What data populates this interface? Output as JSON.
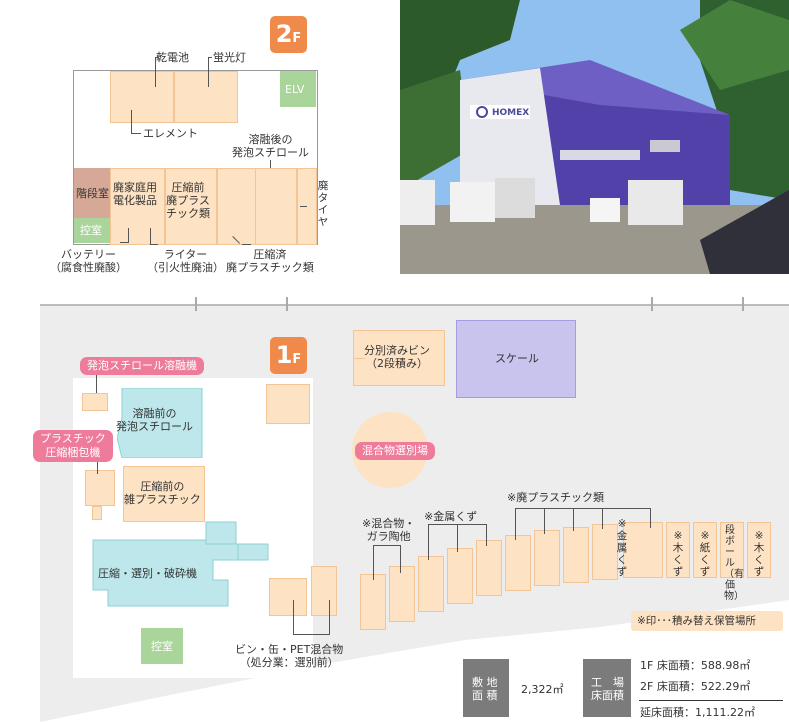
{
  "floor2": {
    "badge_num": "2",
    "badge_f": "F",
    "labels": {
      "battery_top": "乾電池",
      "fluorescent": "蛍光灯",
      "elv": "ELV",
      "element": "エレメント",
      "molten_foam": "溶融後の\n発泡スチロール",
      "stairs": "階段室",
      "appliances": "廃家庭用\n電化製品",
      "pre_compress": "圧縮前\n廃プラス\nチック類",
      "tire": "廃タイヤ",
      "waiting": "控室",
      "battery": "バッテリー\n（腐食性廃酸）",
      "lighter": "ライター\n（引火性廃油）",
      "compressed": "圧縮済\n廃プラスチック類"
    }
  },
  "photo": {
    "sign": "HOMEX"
  },
  "floor1": {
    "badge_num": "1",
    "badge_f": "F",
    "labels": {
      "foam_melter": "発泡スチロール溶融機",
      "pre_melt_foam": "溶融前の\n発泡スチロール",
      "plastic_baler": "プラスチック\n圧縮梱包機",
      "pre_compress_misc": "圧縮前の\n雑プラスチック",
      "crusher": "圧縮・選別・破砕機",
      "sorted_bottles": "分別済みビン\n（2段積み）",
      "scale": "スケール",
      "mixed_sorting": "混合物選別場",
      "waste_plastic": "※廃プラスチック類",
      "mixed_glass": "※混合物・\nガラ陶他",
      "metal_scrap": "※金属くず",
      "metal_v": "※金属くず",
      "wood_v": "※木くず",
      "paper_v": "※紙くず",
      "cardboard_v": "段ボール（有価物）",
      "wood_v2": "※木くず",
      "bottle_can_pet": "ビン・缶・PET混合物\n（処分業：選別前）",
      "waiting": "控室",
      "note": "※印･･･積み替え保管場所"
    }
  },
  "stats": {
    "site_label": "敷 地\n面 積",
    "site_value": "2,322㎡",
    "factory_label": "工　場\n床面積",
    "f1": "1F 床面積：588.98㎡",
    "f2": "2F 床面積：522.29㎡",
    "total": "延床面積：1,111.22㎡"
  },
  "colors": {
    "bin": "#fde2c4",
    "pink": "#ef7b9b",
    "orange": "#f08a4b",
    "scale": "#c9c4ee",
    "machine": "#bde7ea"
  }
}
